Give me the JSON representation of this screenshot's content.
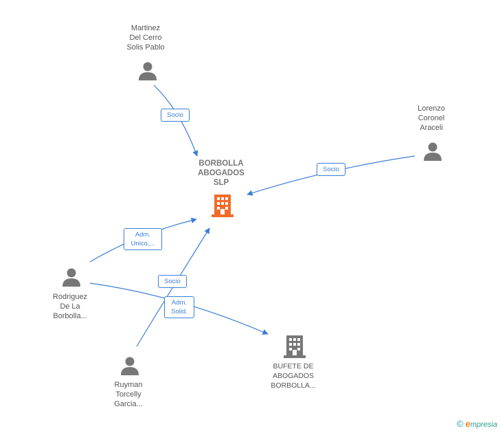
{
  "nodes": {
    "martinez": {
      "label": "Martinez\nDel Cerro\nSolis Pablo",
      "kind": "person"
    },
    "lorenzo": {
      "label": "Lorenzo\nCoronel\nAraceli",
      "kind": "person"
    },
    "borbolla": {
      "label": "BORBOLLA\nABOGADOS\nSLP",
      "kind": "company-main"
    },
    "rodriguez": {
      "label": "Rodriguez\nDe La\nBorbolla...",
      "kind": "person"
    },
    "ruyman": {
      "label": "Ruyman\nTorcelly\nGarcia...",
      "kind": "person"
    },
    "bufete": {
      "label": "BUFETE DE\nABOGADOS\nBORBOLLA...",
      "kind": "company"
    }
  },
  "edges": {
    "martinez_borbolla": "Socio",
    "lorenzo_borbolla": "Socio",
    "rodriguez_borbolla": "Adm.\nUnico,...",
    "ruyman_borbolla": "Socio",
    "rodriguez_bufete": "Adm.\nSolid."
  },
  "colors": {
    "edge": "#3a7fd5",
    "person_icon": "#777777",
    "main_company": "#f26b2a",
    "company": "#777777"
  },
  "brand": {
    "copyright": "©",
    "name_initial": "e",
    "name_rest": "mpresia"
  }
}
